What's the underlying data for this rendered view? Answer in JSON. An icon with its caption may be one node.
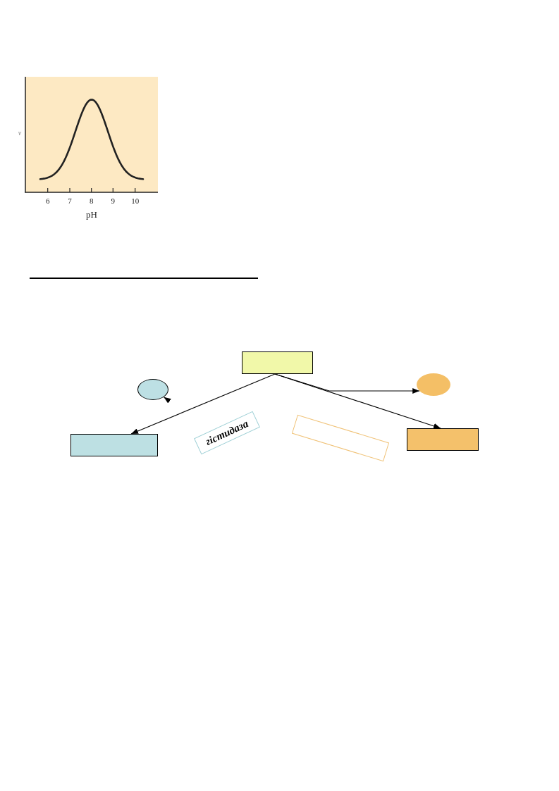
{
  "diagram": {
    "nodes": [
      {
        "text": [],
        "shape": "box"
      },
      {
        "text": [],
        "shape": "ellipse"
      },
      {
        "text": [],
        "shape": "ellipse"
      },
      {
        "text": [
          "гістидаза"
        ]
      },
      {
        "text": [],
        "shape": "box"
      },
      {
        "text": [],
        "shape": "box"
      },
      {
        "text": [],
        "shape": "box"
      }
    ],
    "edges": [
      {
        "from": 0,
        "to": 5,
        "arrow": "to"
      },
      {
        "from": 0,
        "to": 6,
        "arrow": "to"
      },
      {
        "from": 0,
        "to": 2,
        "arrow": "to"
      },
      {
        "from": null,
        "to": 1,
        "arrow": "to"
      }
    ],
    "labels": [
      "v",
      "6",
      "7",
      "8",
      "9",
      "10",
      "pH"
    ]
  }
}
